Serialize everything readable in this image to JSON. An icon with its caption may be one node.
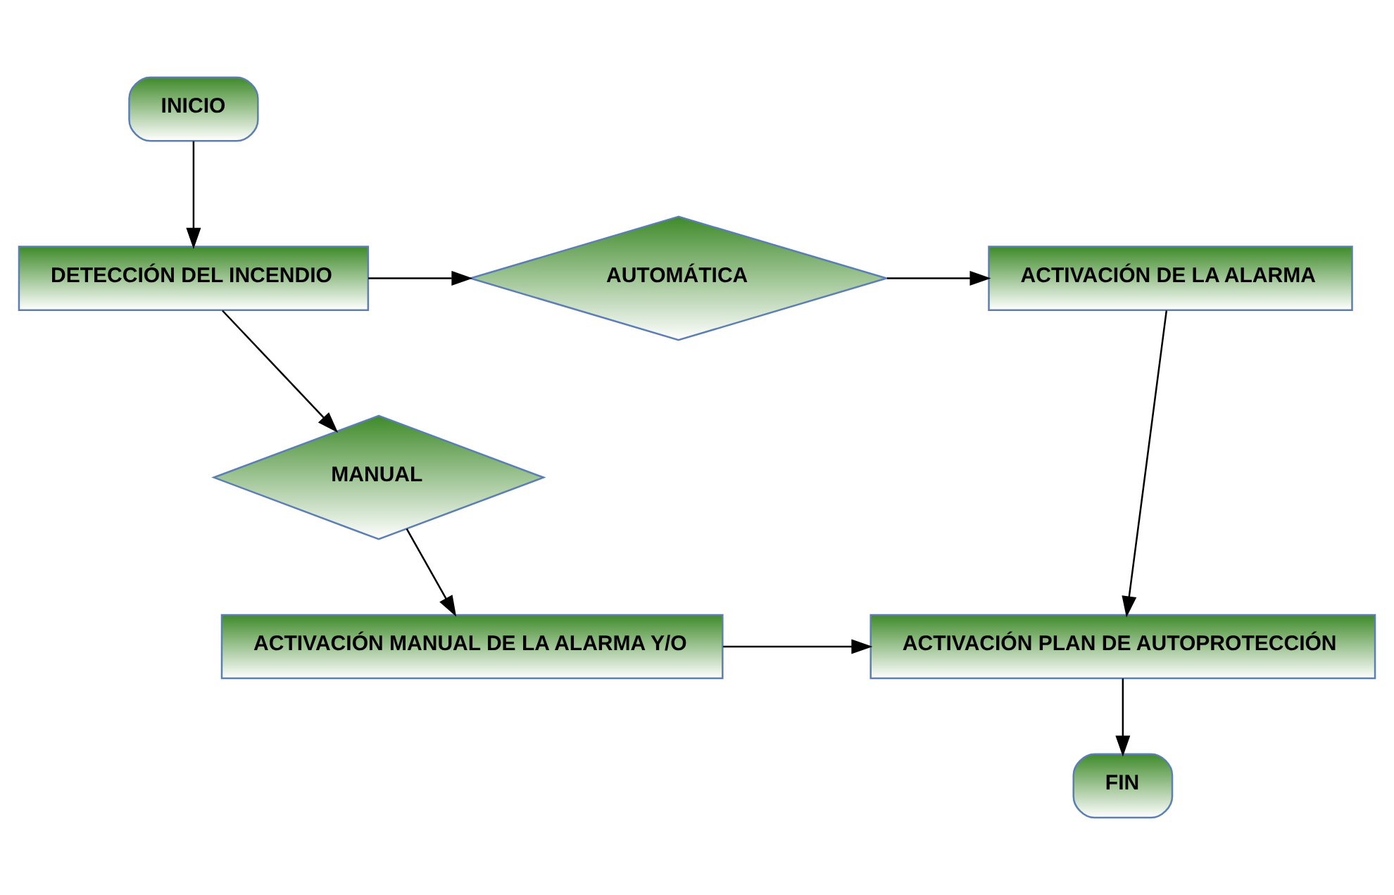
{
  "diagram": {
    "nodes": [
      {
        "text": [
          "INICIO"
        ]
      },
      {
        "text": [
          "DETECCIÓN DEL INCENDIO"
        ]
      },
      {
        "text": [
          "AUTOMÁTICA"
        ]
      },
      {
        "text": [
          "ACTIVACIÓN DE LA ALARMA"
        ]
      },
      {
        "text": [
          "MANUAL"
        ]
      },
      {
        "text": [
          "ACTIVACIÓN MANUAL DE LA ALARMA Y/O"
        ]
      },
      {
        "text": [
          "ACTIVACIÓN PLAN DE AUTOPROTECCIÓN"
        ]
      },
      {
        "text": [
          "FIN"
        ]
      }
    ],
    "edges": [
      {
        "from": 0,
        "to": 1,
        "arrow": "to"
      },
      {
        "from": 1,
        "to": 2,
        "arrow": "to"
      },
      {
        "from": 2,
        "to": 3,
        "arrow": "to"
      },
      {
        "from": 1,
        "to": 4,
        "arrow": "to"
      },
      {
        "from": 3,
        "to": 6,
        "arrow": "to"
      },
      {
        "from": 4,
        "to": 5,
        "arrow": "to"
      },
      {
        "from": 5,
        "to": 6,
        "arrow": "to"
      },
      {
        "from": 6,
        "to": 7,
        "arrow": "to"
      }
    ]
  }
}
